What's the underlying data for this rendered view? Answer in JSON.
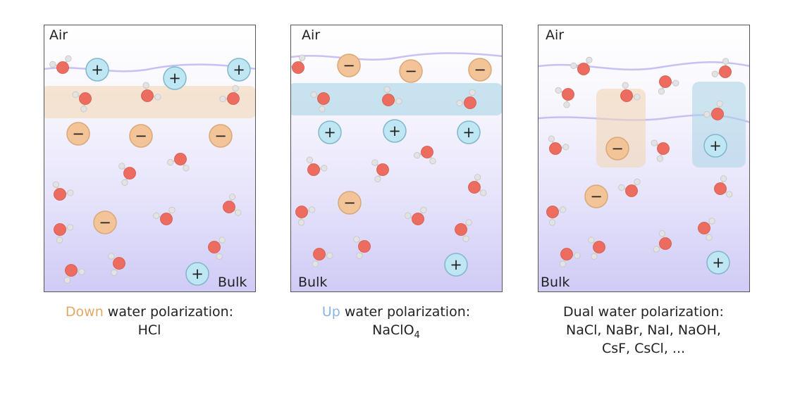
{
  "colors": {
    "anion": "#f4c499",
    "cation": "#bfe6f3",
    "oxygen": "#ec6d60",
    "hydrogen": "#e3e3e3",
    "down_text": "#e0a868",
    "up_text": "#8ab4e6",
    "interface_line": "#b9b3f0"
  },
  "panels": [
    {
      "air_label": "Air",
      "bulk_label": "Bulk",
      "caption_highlight": "Down",
      "caption_rest": " water polarization:",
      "caption_line2": "HCl"
    },
    {
      "air_label": "Air",
      "bulk_label": "Bulk",
      "caption_highlight": "Up",
      "caption_rest": " water polarization:",
      "caption_line2_main": "NaClO",
      "caption_line2_sub": "4"
    },
    {
      "air_label": "Air",
      "bulk_label": "Bulk",
      "caption_line1": "Dual water polarization:",
      "caption_line2": "NaCl, NaBr, NaI, NaOH,",
      "caption_line3": "CsF, CsCl, ..."
    }
  ],
  "ion_symbols": {
    "plus": "+",
    "minus": "−"
  }
}
